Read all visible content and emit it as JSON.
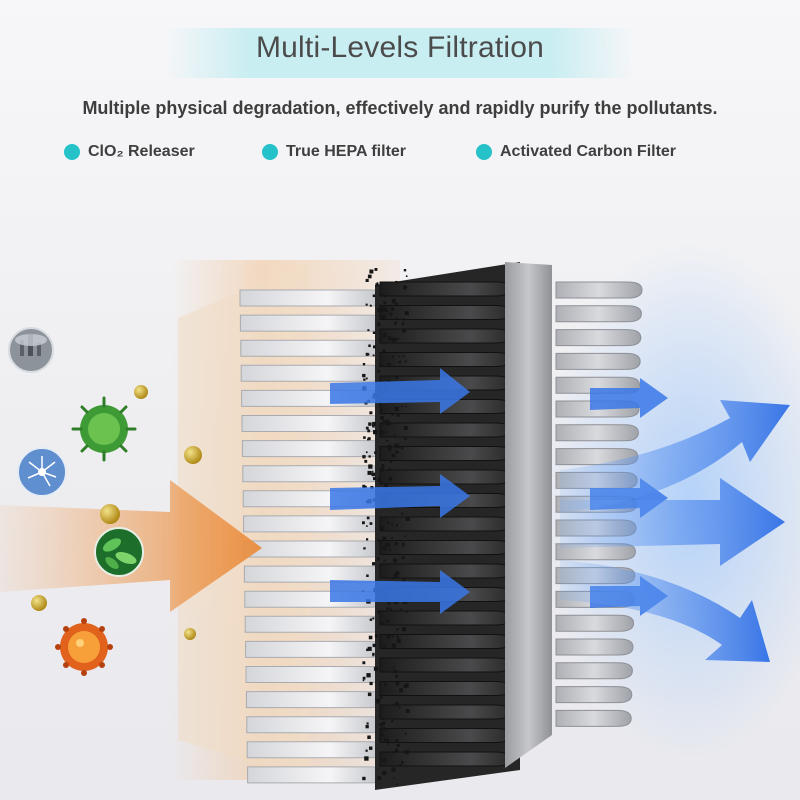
{
  "header": {
    "title": "Multi-Levels Filtration",
    "subtitle": "Multiple physical degradation, effectively and rapidly purify the pollutants."
  },
  "features": [
    {
      "label": "ClO₂ Releaser",
      "icon": "teal-dot-icon"
    },
    {
      "label": "True HEPA filter",
      "icon": "teal-dot-icon"
    },
    {
      "label": "Activated Carbon Filter",
      "icon": "teal-dot-icon"
    }
  ],
  "colors": {
    "accent": "#26c2c9",
    "title_band": "#c9eef2",
    "inflow_arrow": "#f0a05a",
    "outflow_arrow": "#2f6fe6",
    "carbon": "#2b2b2b"
  },
  "illustration": {
    "pollutant_icons": [
      "smog-icon",
      "virus-icon",
      "pollen-icon",
      "bacteria-icon",
      "germ-icon"
    ]
  }
}
